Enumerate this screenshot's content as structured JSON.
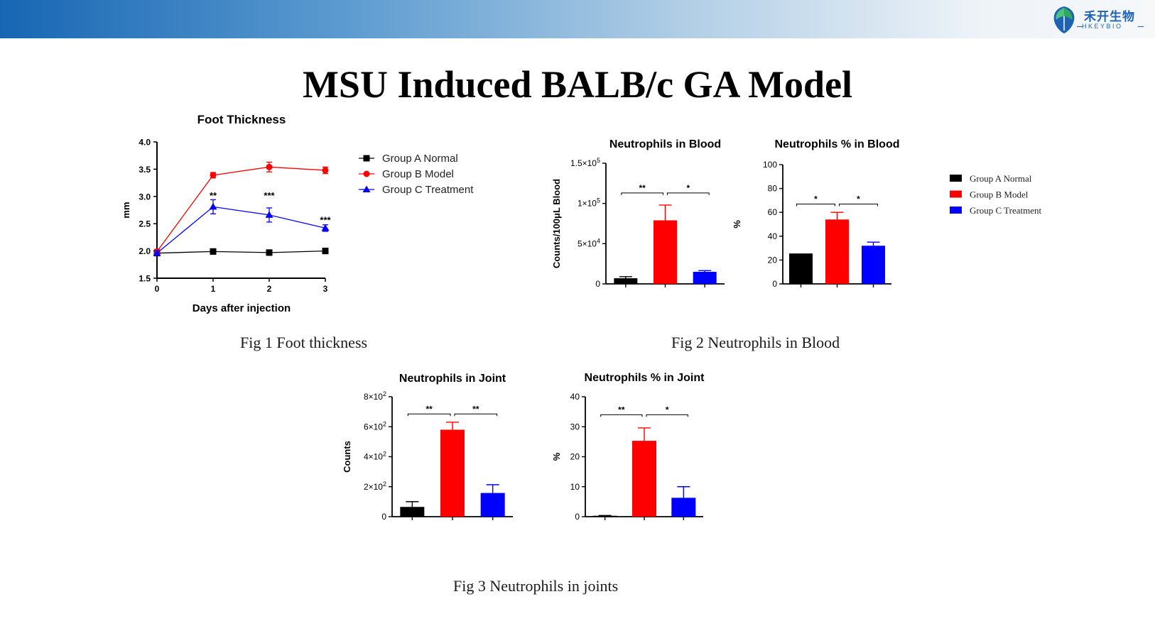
{
  "header": {
    "logo_cn": "禾开生物",
    "logo_en": "HKEYBIO"
  },
  "title": "MSU Induced BALB/c GA Model",
  "captions": {
    "fig1": "Fig 1 Foot thickness",
    "fig2": "Fig 2 Neutrophils in Blood",
    "fig3": "Fig 3 Neutrophils in joints"
  },
  "colors": {
    "group_a": "#000000",
    "group_b": "#ff0000",
    "group_c": "#0000ff"
  },
  "legend": [
    "Group A Normal",
    "Group B Model",
    "Group C Treatment"
  ],
  "chart_data": [
    {
      "id": "foot",
      "type": "line",
      "title": "Foot Thickness",
      "xlabel": "Days after injection",
      "ylabel": "mm",
      "x": [
        0,
        1,
        2,
        3
      ],
      "xlim": [
        0,
        3
      ],
      "ylim": [
        1.5,
        4.0
      ],
      "yticks": [
        "1.5",
        "2.0",
        "2.5",
        "3.0",
        "3.5",
        "4.0"
      ],
      "legend": "top-right",
      "series": [
        {
          "name": "Group A Normal",
          "color": "#000000",
          "marker": "square",
          "values": [
            1.96,
            1.99,
            1.97,
            2.0
          ],
          "errors": [
            0.04,
            0.05,
            0.05,
            0.05
          ]
        },
        {
          "name": "Group B Model",
          "color": "#ff0000",
          "marker": "circle",
          "values": [
            1.99,
            3.39,
            3.54,
            3.48
          ],
          "errors": [
            0.04,
            0.05,
            0.09,
            0.06
          ]
        },
        {
          "name": "Group C Treatment",
          "color": "#0000ff",
          "marker": "triangle",
          "values": [
            1.96,
            2.81,
            2.66,
            2.42
          ],
          "errors": [
            0.04,
            0.13,
            0.13,
            0.06
          ]
        }
      ],
      "annotations": [
        {
          "x": 1,
          "y": 3.0,
          "text": "**"
        },
        {
          "x": 2,
          "y": 3.0,
          "text": "***"
        },
        {
          "x": 3,
          "y": 2.55,
          "text": "***"
        }
      ]
    },
    {
      "id": "blood",
      "type": "bar",
      "title": "Neutrophils in Blood",
      "ylabel": "Counts/100μL Blood",
      "ylim": [
        0,
        150000
      ],
      "yticks": [
        {
          "v": 0,
          "base": "0",
          "exp": ""
        },
        {
          "v": 50000,
          "base": "5×10",
          "exp": "4"
        },
        {
          "v": 100000,
          "base": "1×10",
          "exp": "5"
        },
        {
          "v": 150000,
          "base": "1.5×10",
          "exp": "5"
        }
      ],
      "categories": [
        "Group A Normal",
        "Group B Model",
        "Group C Treatment"
      ],
      "values": [
        7000,
        79000,
        15000
      ],
      "errors": [
        2000,
        19000,
        1500
      ],
      "brackets": [
        {
          "from": 0,
          "to": 1,
          "text": "**",
          "y": 113000
        },
        {
          "from": 1,
          "to": 2,
          "text": "*",
          "y": 113000
        }
      ]
    },
    {
      "id": "bloodpct",
      "type": "bar",
      "title": "Neutrophils % in Blood",
      "ylabel": "%",
      "ylim": [
        0,
        100
      ],
      "yticks": [
        {
          "v": 0,
          "base": "0",
          "exp": ""
        },
        {
          "v": 20,
          "base": "20",
          "exp": ""
        },
        {
          "v": 40,
          "base": "40",
          "exp": ""
        },
        {
          "v": 60,
          "base": "60",
          "exp": ""
        },
        {
          "v": 80,
          "base": "80",
          "exp": ""
        },
        {
          "v": 100,
          "base": "100",
          "exp": ""
        }
      ],
      "categories": [
        "Group A Normal",
        "Group B Model",
        "Group C Treatment"
      ],
      "values": [
        25.5,
        54,
        32
      ],
      "errors": [
        0,
        6,
        3
      ],
      "brackets": [
        {
          "from": 0,
          "to": 1,
          "text": "*",
          "y": 67
        },
        {
          "from": 1,
          "to": 2,
          "text": "*",
          "y": 67
        }
      ]
    },
    {
      "id": "joint",
      "type": "bar",
      "title": "Neutrophils in Joint",
      "ylabel": "Counts",
      "ylim": [
        0,
        800
      ],
      "yticks": [
        {
          "v": 0,
          "base": "0",
          "exp": ""
        },
        {
          "v": 200,
          "base": "2×10",
          "exp": "2"
        },
        {
          "v": 400,
          "base": "4×10",
          "exp": "2"
        },
        {
          "v": 600,
          "base": "6×10",
          "exp": "2"
        },
        {
          "v": 800,
          "base": "8×10",
          "exp": "2"
        }
      ],
      "categories": [
        "Group A Normal",
        "Group B Model",
        "Group C Treatment"
      ],
      "values": [
        65,
        580,
        158
      ],
      "errors": [
        35,
        50,
        55
      ],
      "brackets": [
        {
          "from": 0,
          "to": 1,
          "text": "**",
          "y": 685
        },
        {
          "from": 1,
          "to": 2,
          "text": "**",
          "y": 685
        }
      ]
    },
    {
      "id": "jointpct",
      "type": "bar",
      "title": "Neutrophils % in Joint",
      "ylabel": "%",
      "ylim": [
        0,
        40
      ],
      "yticks": [
        {
          "v": 0,
          "base": "0",
          "exp": ""
        },
        {
          "v": 10,
          "base": "10",
          "exp": ""
        },
        {
          "v": 20,
          "base": "20",
          "exp": ""
        },
        {
          "v": 30,
          "base": "30",
          "exp": ""
        },
        {
          "v": 40,
          "base": "40",
          "exp": ""
        }
      ],
      "categories": [
        "Group A Normal",
        "Group B Model",
        "Group C Treatment"
      ],
      "values": [
        0.3,
        25.3,
        6.3
      ],
      "errors": [
        0.1,
        4.3,
        3.7
      ],
      "brackets": [
        {
          "from": 0,
          "to": 1,
          "text": "**",
          "y": 34
        },
        {
          "from": 1,
          "to": 2,
          "text": "*",
          "y": 34
        }
      ]
    }
  ]
}
